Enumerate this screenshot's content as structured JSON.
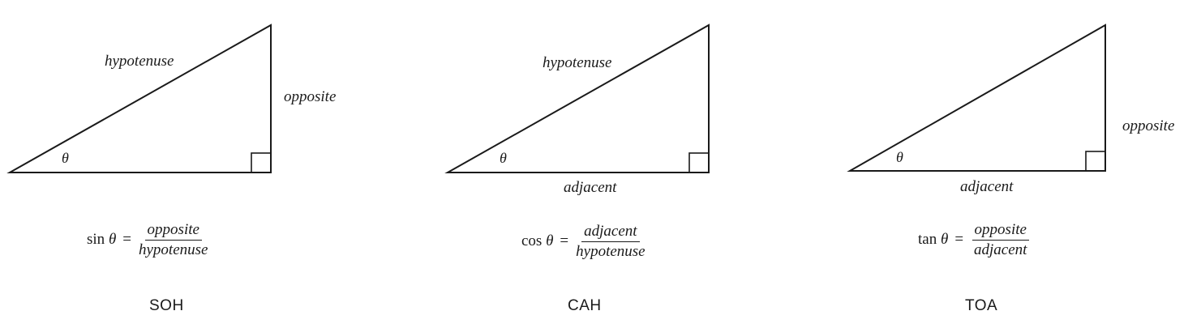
{
  "panels": [
    {
      "hypotenuse": "hypotenuse",
      "opposite": "opposite",
      "adjacent": "",
      "angle": "θ",
      "formula": {
        "func": "sin",
        "var": "θ",
        "eq": "=",
        "numerator": "opposite",
        "denominator": "hypotenuse"
      },
      "mnemonic": "SOH"
    },
    {
      "hypotenuse": "hypotenuse",
      "opposite": "",
      "adjacent": "adjacent",
      "angle": "θ",
      "formula": {
        "func": "cos",
        "var": "θ",
        "eq": "=",
        "numerator": "adjacent",
        "denominator": "hypotenuse"
      },
      "mnemonic": "CAH"
    },
    {
      "hypotenuse": "",
      "opposite": "opposite",
      "adjacent": "adjacent",
      "angle": "θ",
      "formula": {
        "func": "tan",
        "var": "θ",
        "eq": "=",
        "numerator": "opposite",
        "denominator": "adjacent"
      },
      "mnemonic": "TOA"
    }
  ]
}
